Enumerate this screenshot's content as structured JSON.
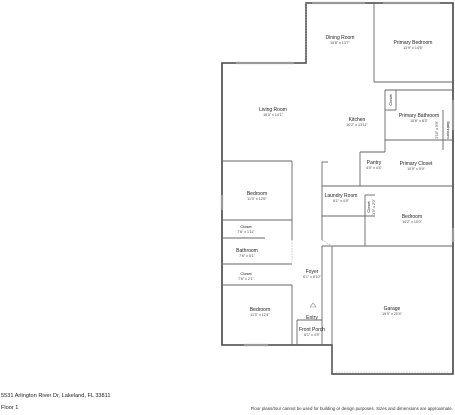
{
  "plan": {
    "address": "5531 Arlington River Dr, Lakeland, FL 33811",
    "floor": "Floor 1",
    "disclaimer": "Floor plans/tour cannot be used for building or design purposes. Sizes and dimensions are approximate.",
    "rooms": {
      "dining": {
        "name": "Dining Room",
        "dims": "10'8\" x 13'7\""
      },
      "primary_bedroom": {
        "name": "Primary Bedroom",
        "dims": "13'9\" x 14'5\""
      },
      "living": {
        "name": "Living Room",
        "dims": "16'3\" x 14'1\""
      },
      "kitchen": {
        "name": "Kitchen",
        "dims": "10'2\" x 13'11\""
      },
      "primary_bath": {
        "name": "Primary Bathroom",
        "dims": "10'6\" x 8'3\""
      },
      "closet_vertical": {
        "name": "Closet"
      },
      "bathroom_small": {
        "name": "Bathroom",
        "dims": "3'10\" x 5'9\""
      },
      "pantry": {
        "name": "Pantry",
        "dims": "4'0\" x 4'4\""
      },
      "primary_closet": {
        "name": "Primary Closet",
        "dims": "10'9\" x 5'9\""
      },
      "bedroom_1": {
        "name": "Bedroom",
        "dims": "11'3\" x 12'6\""
      },
      "laundry": {
        "name": "Laundry Room",
        "dims": "6'1\" x 4'9\""
      },
      "closet_laundry": {
        "name": "Closet",
        "dims": "3'0\" x 2'0\""
      },
      "bedroom_2": {
        "name": "Bedroom",
        "dims": "14'2\" x 10'0\""
      },
      "closet_a": {
        "name": "Closet",
        "dims": "7'6\" x 1'11\""
      },
      "bathroom": {
        "name": "Bathroom",
        "dims": "7'6\" x 5'1\""
      },
      "closet_b": {
        "name": "Closet",
        "dims": "7'6\" x 2'1\""
      },
      "foyer": {
        "name": "Foyer",
        "dims": "6'1\" x 8'10\""
      },
      "bedroom_3": {
        "name": "Bedroom",
        "dims": "11'3\" x 12'4\""
      },
      "entry": {
        "name": "Entry"
      },
      "garage": {
        "name": "Garage",
        "dims": "19'0\" x 20'4\""
      },
      "front_porch": {
        "name": "Front Porch",
        "dims": "6'1\" x 4'9\""
      }
    }
  }
}
